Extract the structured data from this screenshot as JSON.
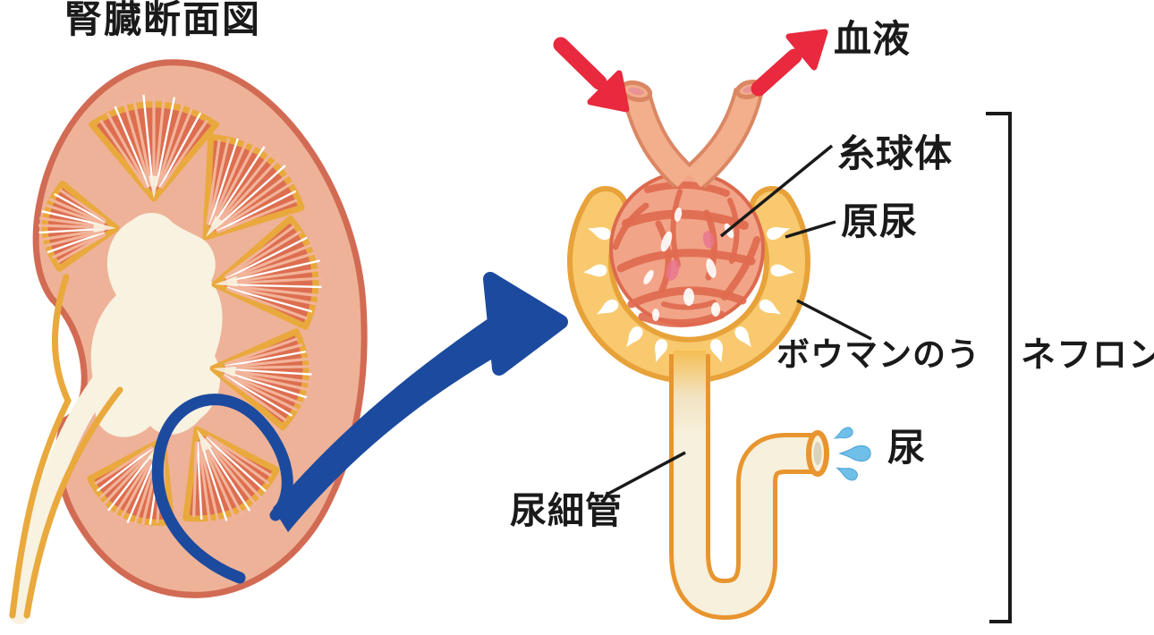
{
  "title": "腎臓断面図",
  "labels": {
    "blood": "血液",
    "glomerulus": "糸球体",
    "primary_urine": "原尿",
    "bowmans_capsule": "ボウマンのう",
    "nephron": "ネフロン",
    "renal_tubule": "尿細管",
    "urine": "尿"
  },
  "colors": {
    "background": "#FFFFFF",
    "text": "#1A1A1A",
    "kidney_fill": "#EEB298",
    "kidney_outline": "#D26B54",
    "pyramid_fill": "#DD6E50",
    "pyramid_outline": "#E9A93D",
    "pyramid_stripe": "#F2B49A",
    "pyramid_stripe_light": "#FFFFFF",
    "pelvis_cream": "#F8F2E0",
    "capsule_fill": "#F8C96E",
    "capsule_outline": "#E7A23A",
    "capsule_filtrate": "#FFFFFF",
    "tubule_interior": "#F6F0DC",
    "tubule_wall": "#E8952F",
    "glomerulus_fill": "#F1A488",
    "glomerulus_vessel": "#E06A4F",
    "glomerulus_pink": "#EA7490",
    "blood_vessel_fill": "#F3AE8C",
    "blood_vessel_outline": "#DB8763",
    "blood_arrow_red": "#E8293E",
    "zoom_callout_blue": "#1C4A9E",
    "urine_blue": "#6FBFE9"
  }
}
